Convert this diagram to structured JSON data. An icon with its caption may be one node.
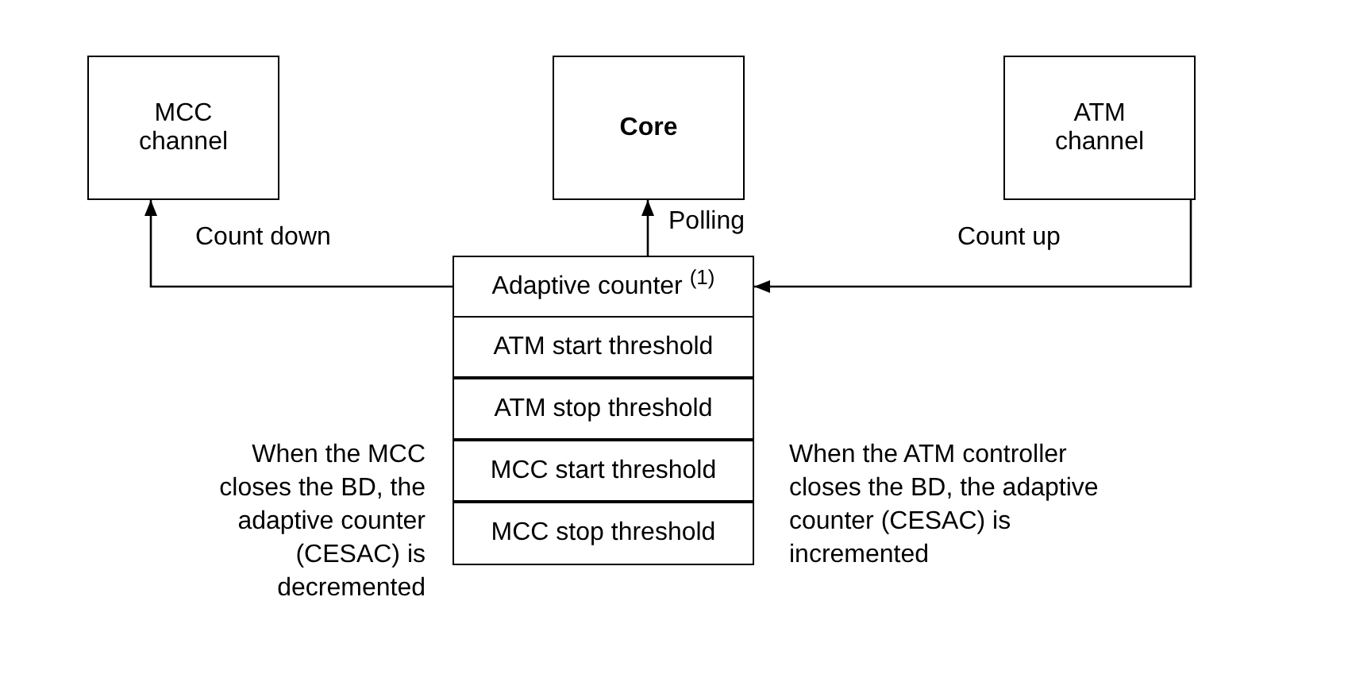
{
  "diagram": {
    "nodes": [
      {
        "text": [
          "MCC channel"
        ]
      },
      {
        "text": [
          "Core"
        ]
      },
      {
        "text": [
          "ATM channel"
        ]
      },
      {
        "text": [
          "Adaptive counter $^{(1)}$"
        ]
      },
      {
        "text": [
          "ATM start threshold"
        ]
      },
      {
        "text": [
          "ATM stop threshold"
        ]
      },
      {
        "text": [
          "MCC start threshold"
        ]
      },
      {
        "text": [
          "MCC stop threshold"
        ]
      }
    ],
    "edges": [
      {
        "from": 3,
        "to": 0,
        "arrow": "to",
        "label": "Count down"
      },
      {
        "from": 3,
        "to": 1,
        "arrow": "to",
        "label": "Polling"
      },
      {
        "from": 2,
        "to": 3,
        "arrow": "to",
        "label": "Count up"
      }
    ],
    "labels": [
      "When the MCC closes the BD, the adaptive counter (CESAC) is decremented",
      "When the ATM controller closes the BD, the adaptive counter (CESAC) is incremented"
    ]
  }
}
